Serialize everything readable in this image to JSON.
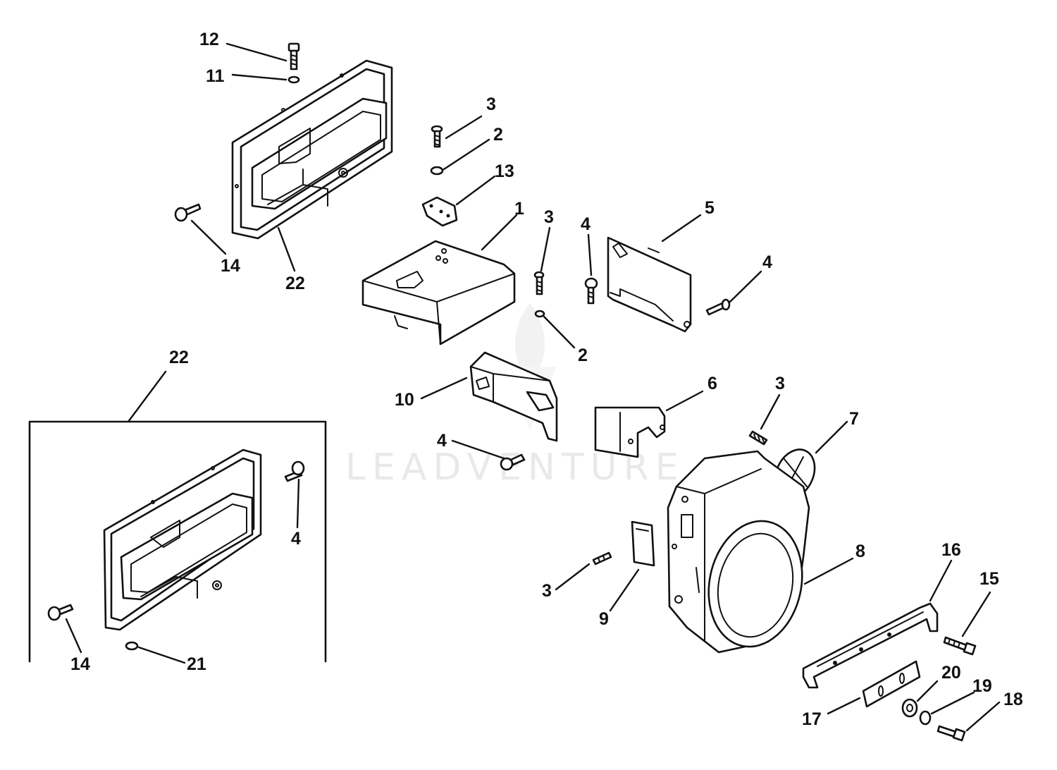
{
  "watermark": {
    "text": "LEADVENTURE"
  },
  "colors": {
    "ink": "#111111",
    "background": "#ffffff",
    "watermark": "#e9e9e9"
  },
  "callouts": {
    "c12": "12",
    "c11": "11",
    "c14a": "14",
    "c22a": "22",
    "c3a": "3",
    "c2a": "2",
    "c13": "13",
    "c1": "1",
    "c3b": "3",
    "c4a": "4",
    "c5": "5",
    "c4b": "4",
    "c2b": "2",
    "c22b": "22",
    "c10": "10",
    "c4c": "4",
    "c6": "6",
    "c3c": "3",
    "c7": "7",
    "c4d": "4",
    "c14b": "14",
    "c21": "21",
    "c8": "8",
    "c16": "16",
    "c15": "15",
    "c3d": "3",
    "c9": "9",
    "c20": "20",
    "c19": "19",
    "c18": "18",
    "c17": "17"
  }
}
